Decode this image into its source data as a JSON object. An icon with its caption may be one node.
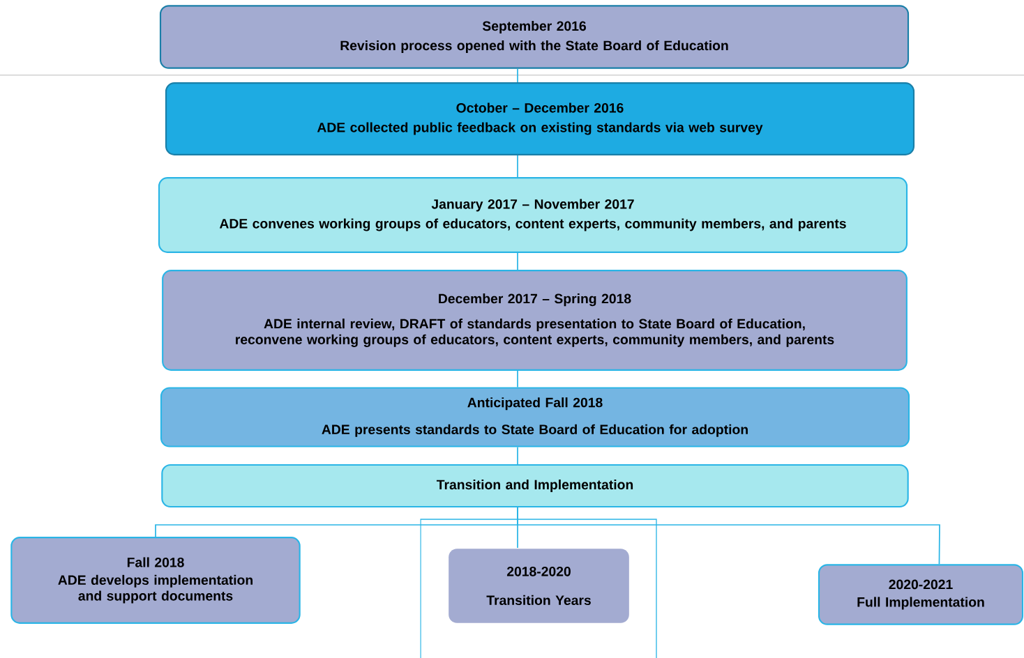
{
  "diagram": {
    "nodes": [
      {
        "text": [
          "September 2016",
          "Revision process opened with the State Board of Education"
        ]
      },
      {
        "text": [
          "October – December 2016",
          "ADE collected public feedback on existing standards via web survey"
        ]
      },
      {
        "text": [
          "January 2017 – November 2017",
          "ADE convenes working groups  of educators, content experts, community members, and parents"
        ]
      },
      {
        "text": [
          "December 2017 – Spring 2018",
          "ADE internal review, DRAFT of standards presentation to State Board of Education, reconvene working groups of educators, content experts, community members, and parents"
        ]
      },
      {
        "text": [
          "Anticipated Fall 2018",
          "ADE presents standards to State Board of Education for adoption"
        ]
      },
      {
        "text": [
          "Transition and Implementation"
        ]
      },
      {
        "text": [
          "Fall 2018",
          "ADE develops implementation and support documents"
        ]
      },
      {
        "text": [
          "2018-2020",
          "Transition Years"
        ]
      },
      {
        "text": [
          "2020-2021",
          "Full Implementation"
        ]
      }
    ],
    "edges": [
      {
        "from": 0,
        "to": 1,
        "arrow": "none"
      },
      {
        "from": 1,
        "to": 2,
        "arrow": "none"
      },
      {
        "from": 2,
        "to": 3,
        "arrow": "none"
      },
      {
        "from": 3,
        "to": 4,
        "arrow": "none"
      },
      {
        "from": 4,
        "to": 5,
        "arrow": "none"
      },
      {
        "from": 5,
        "to": 6,
        "arrow": "none"
      },
      {
        "from": 5,
        "to": 7,
        "arrow": "none"
      },
      {
        "from": 5,
        "to": 8,
        "arrow": "none"
      }
    ]
  }
}
